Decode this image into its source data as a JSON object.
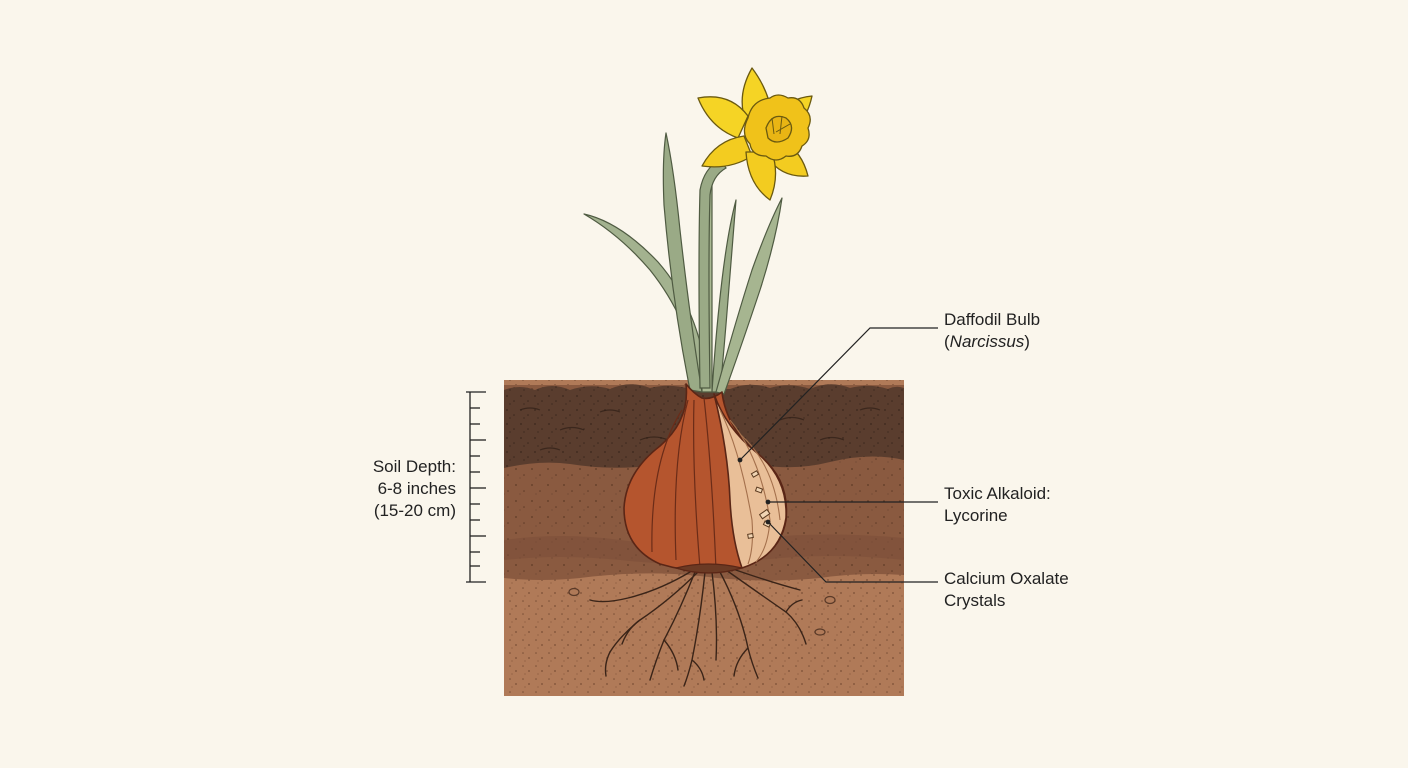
{
  "labels": {
    "bulb": {
      "line1": "Daffodil Bulb",
      "line2_open": "(",
      "line2_italic": "Narcissus",
      "line2_close": ")"
    },
    "alkaloid": {
      "line1": "Toxic Alkaloid:",
      "line2": "Lycorine"
    },
    "crystals": {
      "line1": "Calcium Oxalate",
      "line2": "Crystals"
    },
    "depth": {
      "line1": "Soil Depth:",
      "line2": "6-8 inches",
      "line3": "(15-20 cm)"
    }
  },
  "colors": {
    "background": "#faf6ec",
    "petal": "#f5d425",
    "corona": "#f0c21a",
    "leaf": "#9fae8c",
    "topsoil": "#5a3d2e",
    "midsoil": "#8a5a40",
    "subsoil": "#b07a58",
    "bulb_skin": "#b5552e",
    "bulb_flesh": "#e9bf98"
  }
}
